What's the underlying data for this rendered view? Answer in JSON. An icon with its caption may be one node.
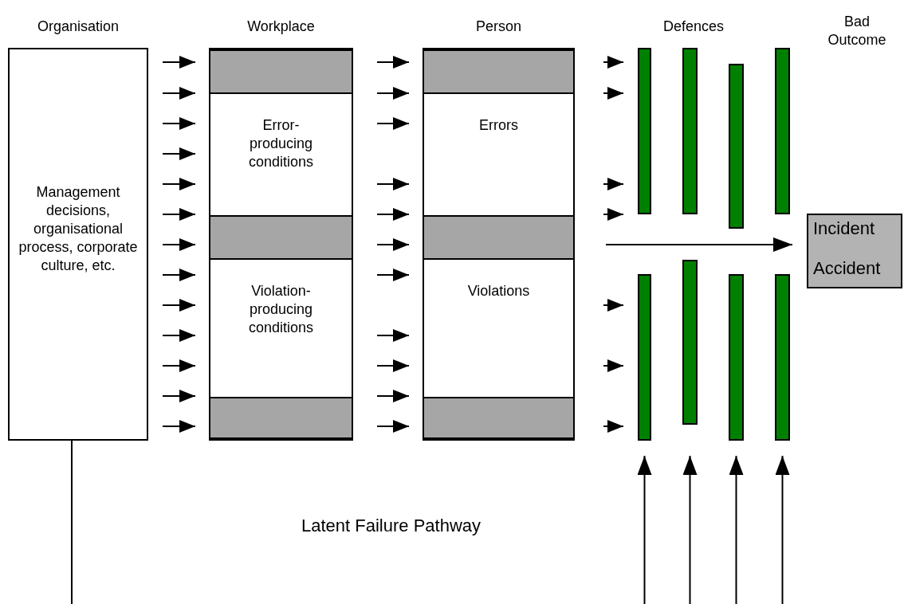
{
  "diagram": {
    "nodes": [
      {
        "text": [
          "Organisation",
          "Management decisions, organisational process, corporate culture, etc."
        ]
      },
      {
        "text": [
          "Workplace"
        ]
      },
      {
        "text": [],
        "shape": "bar",
        "in": 1
      },
      {
        "text": [
          "Error-producing conditions"
        ],
        "in": 1
      },
      {
        "text": [],
        "shape": "bar",
        "in": 1
      },
      {
        "text": [
          "Violation-producing conditions"
        ],
        "in": 1
      },
      {
        "text": [],
        "shape": "bar",
        "in": 1
      },
      {
        "text": [
          "Person"
        ]
      },
      {
        "text": [],
        "shape": "bar",
        "in": 7
      },
      {
        "text": [
          "Errors"
        ],
        "in": 7
      },
      {
        "text": [],
        "shape": "bar",
        "in": 7
      },
      {
        "text": [
          "Violations"
        ],
        "in": 7
      },
      {
        "text": [],
        "shape": "bar",
        "in": 7
      },
      {
        "text": [],
        "shape": "bar"
      },
      {
        "text": [],
        "shape": "bar"
      },
      {
        "text": [],
        "shape": "bar"
      },
      {
        "text": [],
        "shape": "bar"
      },
      {
        "text": [],
        "shape": "bar"
      },
      {
        "text": [],
        "shape": "bar"
      },
      {
        "text": [],
        "shape": "bar"
      },
      {
        "text": [],
        "shape": "bar"
      },
      {
        "text": [
          "Incident",
          "Accident"
        ]
      }
    ],
    "edges": [
      {
        "from": 0,
        "to": 1,
        "arrow": "to"
      },
      {
        "from": 0,
        "to": 1,
        "arrow": "to"
      },
      {
        "from": 0,
        "to": 1,
        "arrow": "to"
      },
      {
        "from": 0,
        "to": 1,
        "arrow": "to"
      },
      {
        "from": 0,
        "to": 1,
        "arrow": "to"
      },
      {
        "from": 0,
        "to": 1,
        "arrow": "to"
      },
      {
        "from": 0,
        "to": 1,
        "arrow": "to"
      },
      {
        "from": 0,
        "to": 1,
        "arrow": "to"
      },
      {
        "from": 0,
        "to": 1,
        "arrow": "to"
      },
      {
        "from": 0,
        "to": 1,
        "arrow": "to"
      },
      {
        "from": 0,
        "to": 1,
        "arrow": "to"
      },
      {
        "from": 0,
        "to": 1,
        "arrow": "to"
      },
      {
        "from": 0,
        "to": 1,
        "arrow": "to"
      },
      {
        "from": 1,
        "to": 7,
        "arrow": "to"
      },
      {
        "from": 1,
        "to": 7,
        "arrow": "to"
      },
      {
        "from": 1,
        "to": 7,
        "arrow": "to"
      },
      {
        "from": 1,
        "to": 7,
        "arrow": "to"
      },
      {
        "from": 1,
        "to": 7,
        "arrow": "to"
      },
      {
        "from": 1,
        "to": 7,
        "arrow": "to"
      },
      {
        "from": 1,
        "to": 7,
        "arrow": "to"
      },
      {
        "from": 1,
        "to": 7,
        "arrow": "to"
      },
      {
        "from": 1,
        "to": 7,
        "arrow": "to"
      },
      {
        "from": 1,
        "to": 7,
        "arrow": "to"
      },
      {
        "from": 1,
        "to": 7,
        "arrow": "to"
      },
      {
        "from": 7,
        "to": 13,
        "arrow": "to"
      },
      {
        "from": 7,
        "to": 13,
        "arrow": "to"
      },
      {
        "from": 7,
        "to": 13,
        "arrow": "to"
      },
      {
        "from": 7,
        "to": 13,
        "arrow": "to"
      },
      {
        "from": 7,
        "to": 17,
        "arrow": "to"
      },
      {
        "from": 7,
        "to": 17,
        "arrow": "to"
      },
      {
        "from": 7,
        "to": 17,
        "arrow": "to"
      },
      {
        "from": null,
        "to": 21,
        "arrow": "to"
      },
      {
        "from": 0,
        "to": null,
        "arrow": "none"
      },
      {
        "from": null,
        "to": 17,
        "arrow": "to"
      },
      {
        "from": null,
        "to": 18,
        "arrow": "to"
      },
      {
        "from": null,
        "to": 19,
        "arrow": "to"
      },
      {
        "from": null,
        "to": 20,
        "arrow": "to"
      }
    ],
    "labels": [
      "Defences",
      "Bad Outcome",
      "Latent Failure Pathway"
    ]
  }
}
